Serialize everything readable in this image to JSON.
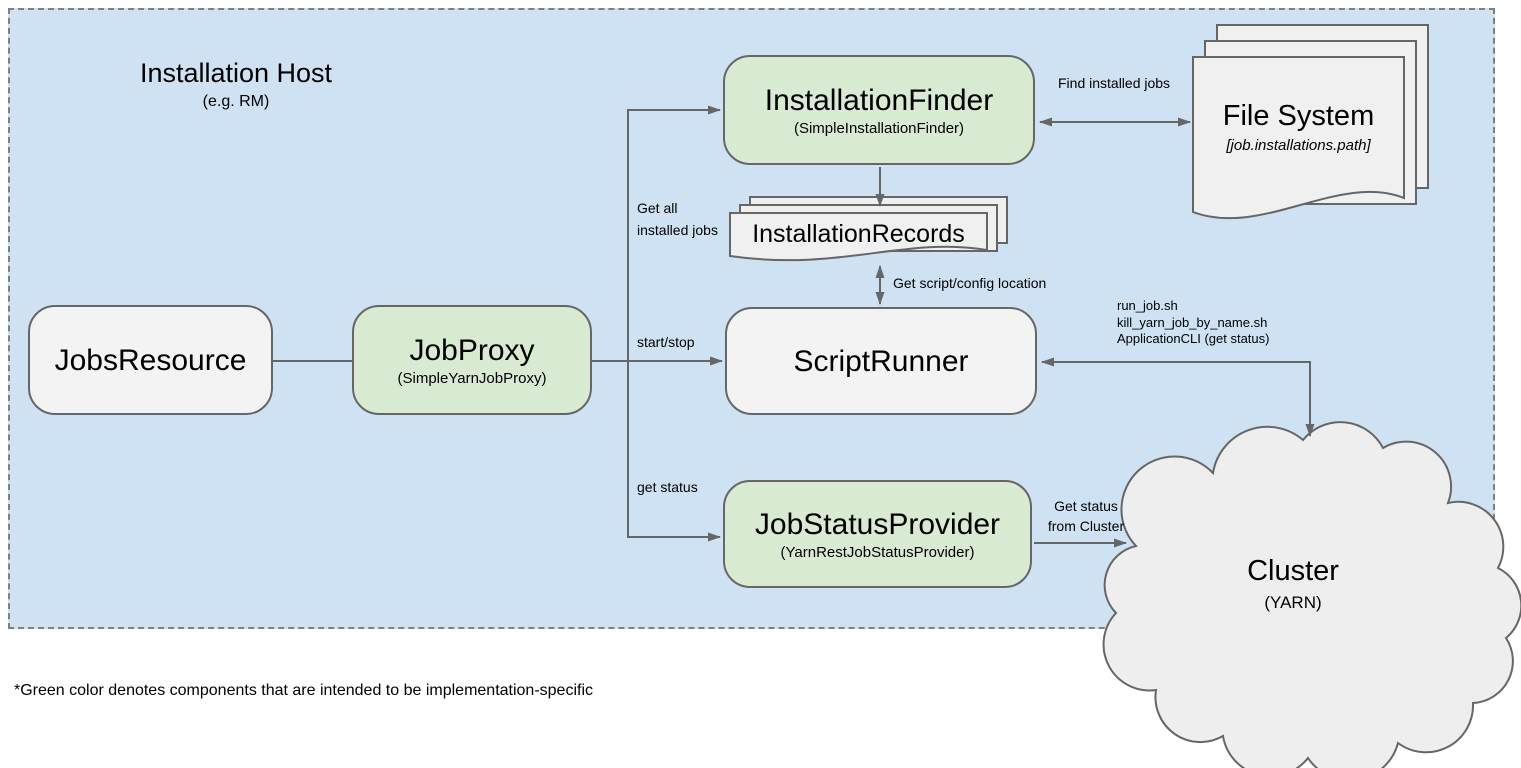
{
  "diagram": {
    "container": {
      "title": "Installation Host",
      "subtitle": "(e.g. RM)"
    },
    "nodes": {
      "jobs_resource": {
        "title": "JobsResource"
      },
      "job_proxy": {
        "title": "JobProxy",
        "subtitle": "(SimpleYarnJobProxy)"
      },
      "installation_finder": {
        "title": "InstallationFinder",
        "subtitle": "(SimpleInstallationFinder)"
      },
      "script_runner": {
        "title": "ScriptRunner"
      },
      "job_status_provider": {
        "title": "JobStatusProvider",
        "subtitle": "(YarnRestJobStatusProvider)"
      },
      "file_system": {
        "title": "File System",
        "subtitle": "[job.installations.path]"
      },
      "installation_records": {
        "title": "InstallationRecords"
      },
      "cluster": {
        "title": "Cluster",
        "subtitle": "(YARN)"
      }
    },
    "edge_labels": {
      "find_installed_jobs": "Find installed jobs",
      "get_all_installed_jobs_line1": "Get all",
      "get_all_installed_jobs_line2": "installed jobs",
      "start_stop": "start/stop",
      "get_status": "get status",
      "get_script_config_location": "Get script/config location",
      "script_line1": "run_job.sh",
      "script_line2": "kill_yarn_job_by_name.sh",
      "script_line3": "ApplicationCLI (get status)",
      "get_status_from_cluster_line1": "Get status",
      "get_status_from_cluster_line2": "from Cluster"
    },
    "footnote": "*Green color denotes components that are intended to be implementation-specific",
    "colors": {
      "host_background": "#cfe2f3",
      "implementation_specific_fill": "#d9ead3",
      "generic_component_fill": "#f3f3f3",
      "document_fill": "#f0f0f0",
      "cloud_fill": "#eeeeee",
      "stroke": "#666666",
      "dash_border": "#808080"
    }
  }
}
